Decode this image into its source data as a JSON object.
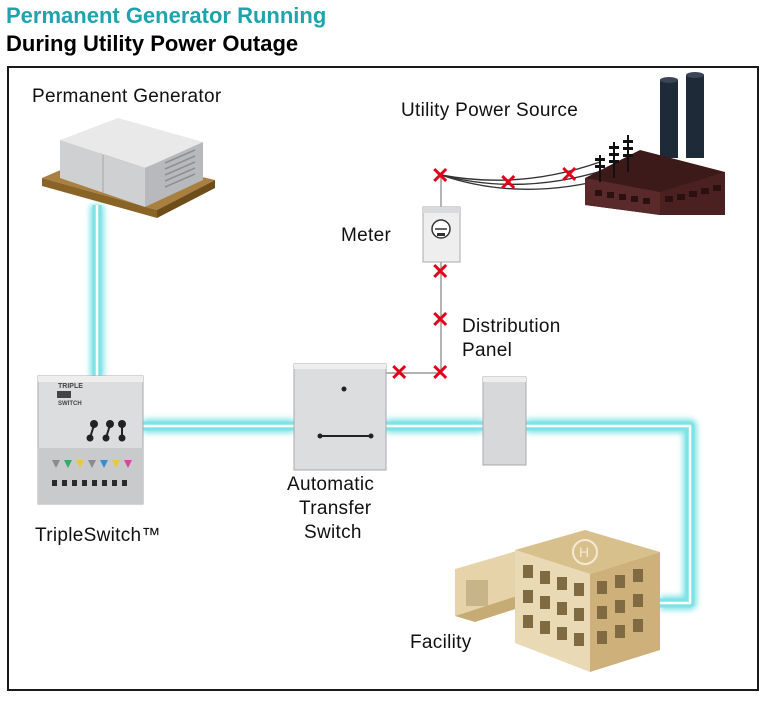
{
  "title": "Permanent Generator Running",
  "subtitle": "During Utility Power Outage",
  "labels": {
    "generator": "Permanent Generator",
    "utility": "Utility Power Source",
    "meter": "Meter",
    "distribution_line1": "Distribution",
    "distribution_line2": "Panel",
    "triple_switch": "TripleSwitch™",
    "ats_line1": "Automatic",
    "ats_line2": "Transfer",
    "ats_line3": "Switch",
    "facility": "Facility",
    "triple_switch_logo_line1": "TRIPLE",
    "triple_switch_logo_line2": "SWITCH"
  },
  "colors": {
    "title_accent": "#1fa3ad",
    "power_glow": "#7fe3e6",
    "power_line": "#ffffff",
    "fault_mark": "#e3001b",
    "wire": "#9a9a9a"
  }
}
